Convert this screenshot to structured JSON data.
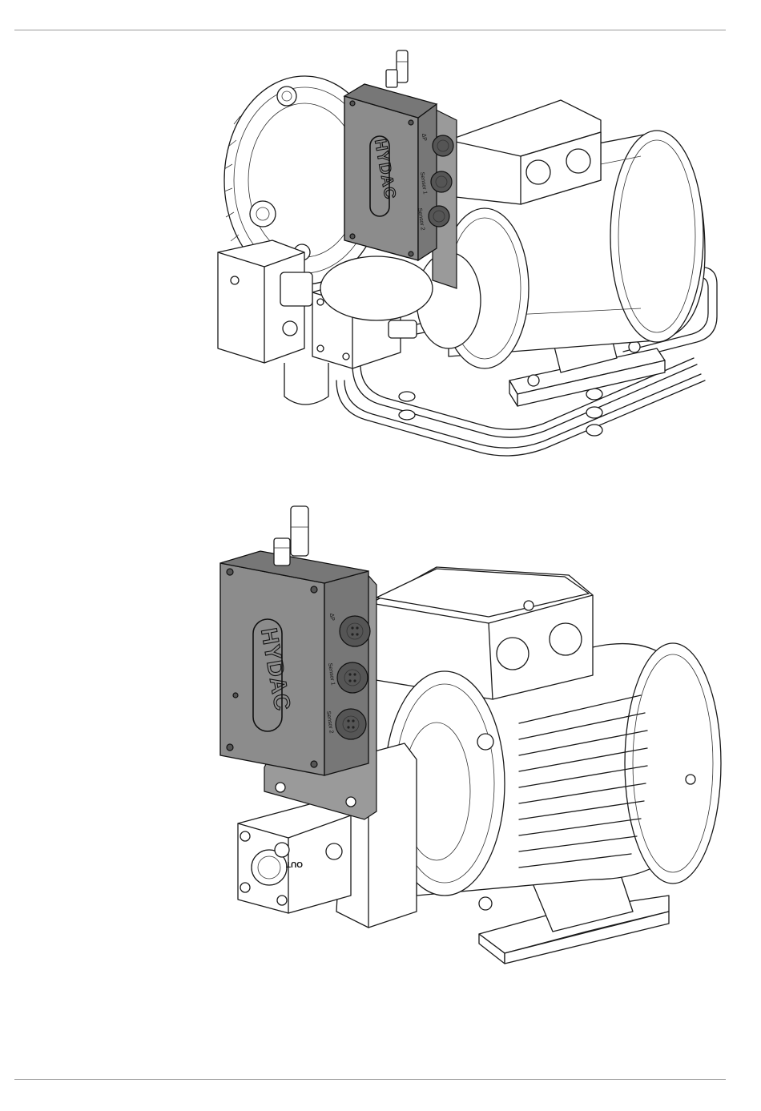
{
  "figures": [
    {
      "logo": "HYDAC",
      "connector_labels": [
        "ΔP",
        "Sensor 1",
        "Sensor 2"
      ]
    },
    {
      "logo": "HYDAC",
      "connector_labels": [
        "ΔP",
        "Sensor 1",
        "Sensor 2"
      ],
      "port_label": "OUT"
    }
  ]
}
